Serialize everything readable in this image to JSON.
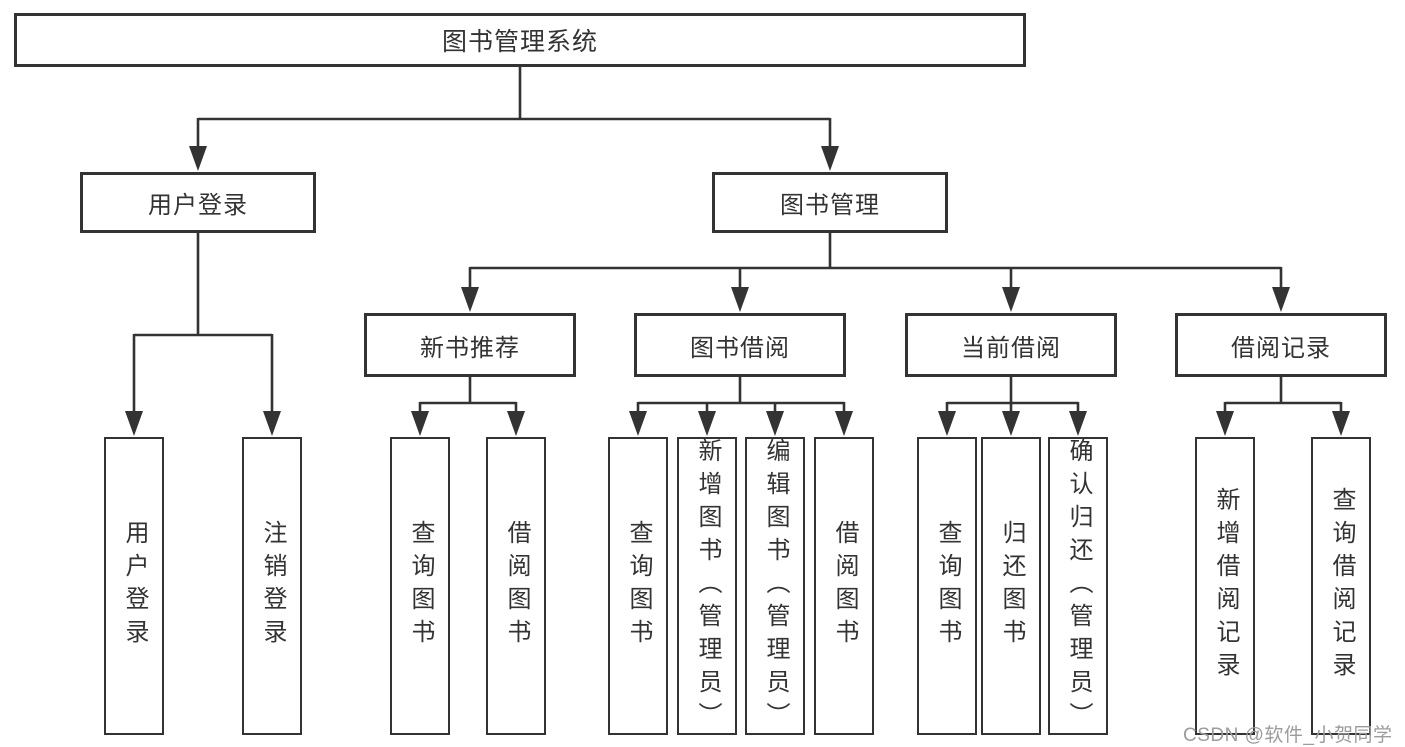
{
  "diagram_type": "hierarchy-tree",
  "root": {
    "label": "图书管理系统",
    "children": [
      {
        "label": "用户登录",
        "children": [
          {
            "label": "用户登录"
          },
          {
            "label": "注销登录"
          }
        ]
      },
      {
        "label": "图书管理",
        "children": [
          {
            "label": "新书推荐",
            "children": [
              {
                "label": "查询图书"
              },
              {
                "label": "借阅图书"
              }
            ]
          },
          {
            "label": "图书借阅",
            "children": [
              {
                "label": "查询图书"
              },
              {
                "label": "新增图书（管理员）"
              },
              {
                "label": "编辑图书（管理员）"
              },
              {
                "label": "借阅图书"
              }
            ]
          },
          {
            "label": "当前借阅",
            "children": [
              {
                "label": "查询图书"
              },
              {
                "label": "归还图书"
              },
              {
                "label": "确认归还（管理员）"
              }
            ]
          },
          {
            "label": "借阅记录",
            "children": [
              {
                "label": "新增借阅记录"
              },
              {
                "label": "查询借阅记录"
              }
            ]
          }
        ]
      }
    ]
  },
  "watermark": "CSDN @软件_小贺同学",
  "colors": {
    "line": "#333333",
    "text": "#333333",
    "background": "#ffffff",
    "watermark": "#9c9c9c"
  }
}
